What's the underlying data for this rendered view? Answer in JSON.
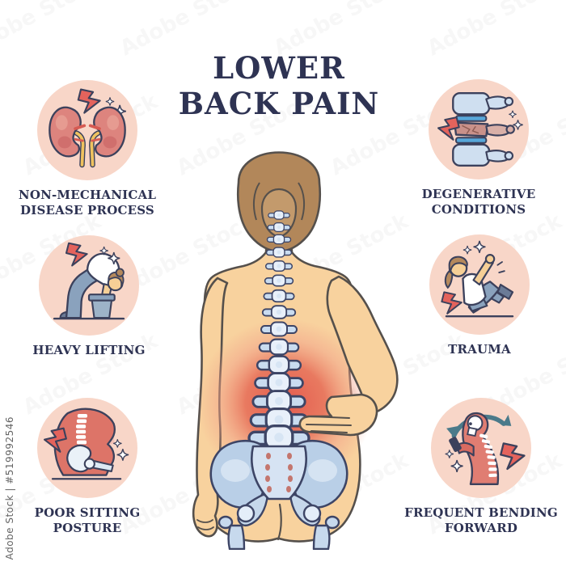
{
  "title": {
    "line1": "LOWER",
    "line2": "BACK PAIN"
  },
  "watermark": {
    "side_text": "Adobe Stock | #519992546",
    "tile_text": "Adobe Stock"
  },
  "causes": [
    {
      "label": "NON-MECHANICAL DISEASE PROCESS",
      "icon": "kidneys-icon"
    },
    {
      "label": "HEAVY LIFTING",
      "icon": "person-lifting-box-icon"
    },
    {
      "label": "POOR SITTING POSTURE",
      "icon": "hip-spine-sitting-icon"
    },
    {
      "label": "DEGENERATIVE CONDITIONS",
      "icon": "damaged-vertebrae-icon"
    },
    {
      "label": "TRAUMA",
      "icon": "person-falling-icon"
    },
    {
      "label": "FREQUENT BENDING FORWARD",
      "icon": "bent-neck-phone-icon"
    }
  ],
  "colors": {
    "outline": "#3c415c",
    "title_text": "#2e3353",
    "label_text": "#2e3353",
    "icon_circle_bg": "#f8d6c8",
    "pain_glow": "#e1544a",
    "lightning_bolt": "#e4635c",
    "skin": "#f8d29e",
    "hair": "#b2875a",
    "bone": "#dce8f6",
    "disc_blue": "#57a7da"
  }
}
